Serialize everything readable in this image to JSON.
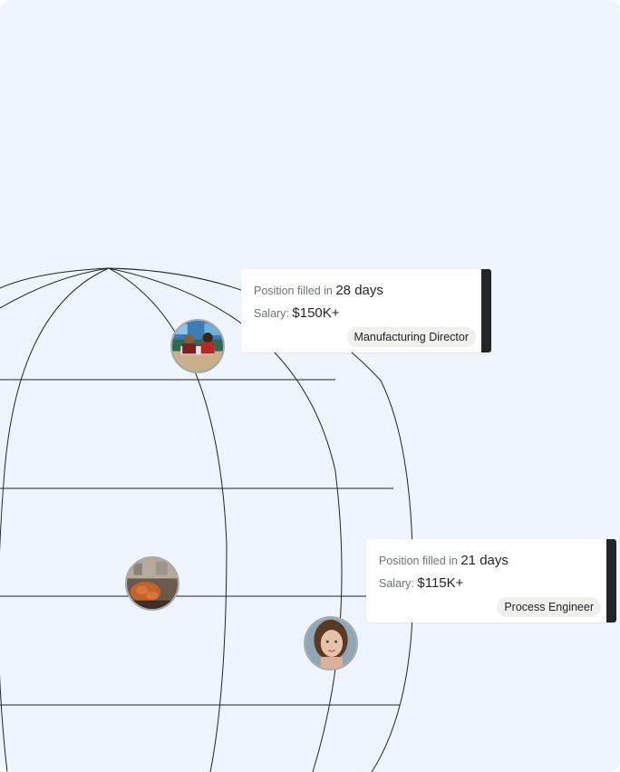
{
  "cards": [
    {
      "prefix": "Position filled in",
      "days": "28 days",
      "salary_label": "Salary:",
      "salary_value": "$150K+",
      "role": "Manufacturing Director"
    },
    {
      "prefix": "Position filled in",
      "days": "21 days",
      "salary_label": "Salary:",
      "salary_value": "$115K+",
      "role": "Process Engineer"
    }
  ],
  "avatars": [
    {
      "name": "avatar-office-team"
    },
    {
      "name": "avatar-knitting-yarn"
    },
    {
      "name": "avatar-woman-portrait"
    }
  ],
  "colors": {
    "background": "#eff5fd",
    "card_accent": "#222428",
    "tag_background": "#f0f0ef",
    "globe_line": "#222428"
  }
}
